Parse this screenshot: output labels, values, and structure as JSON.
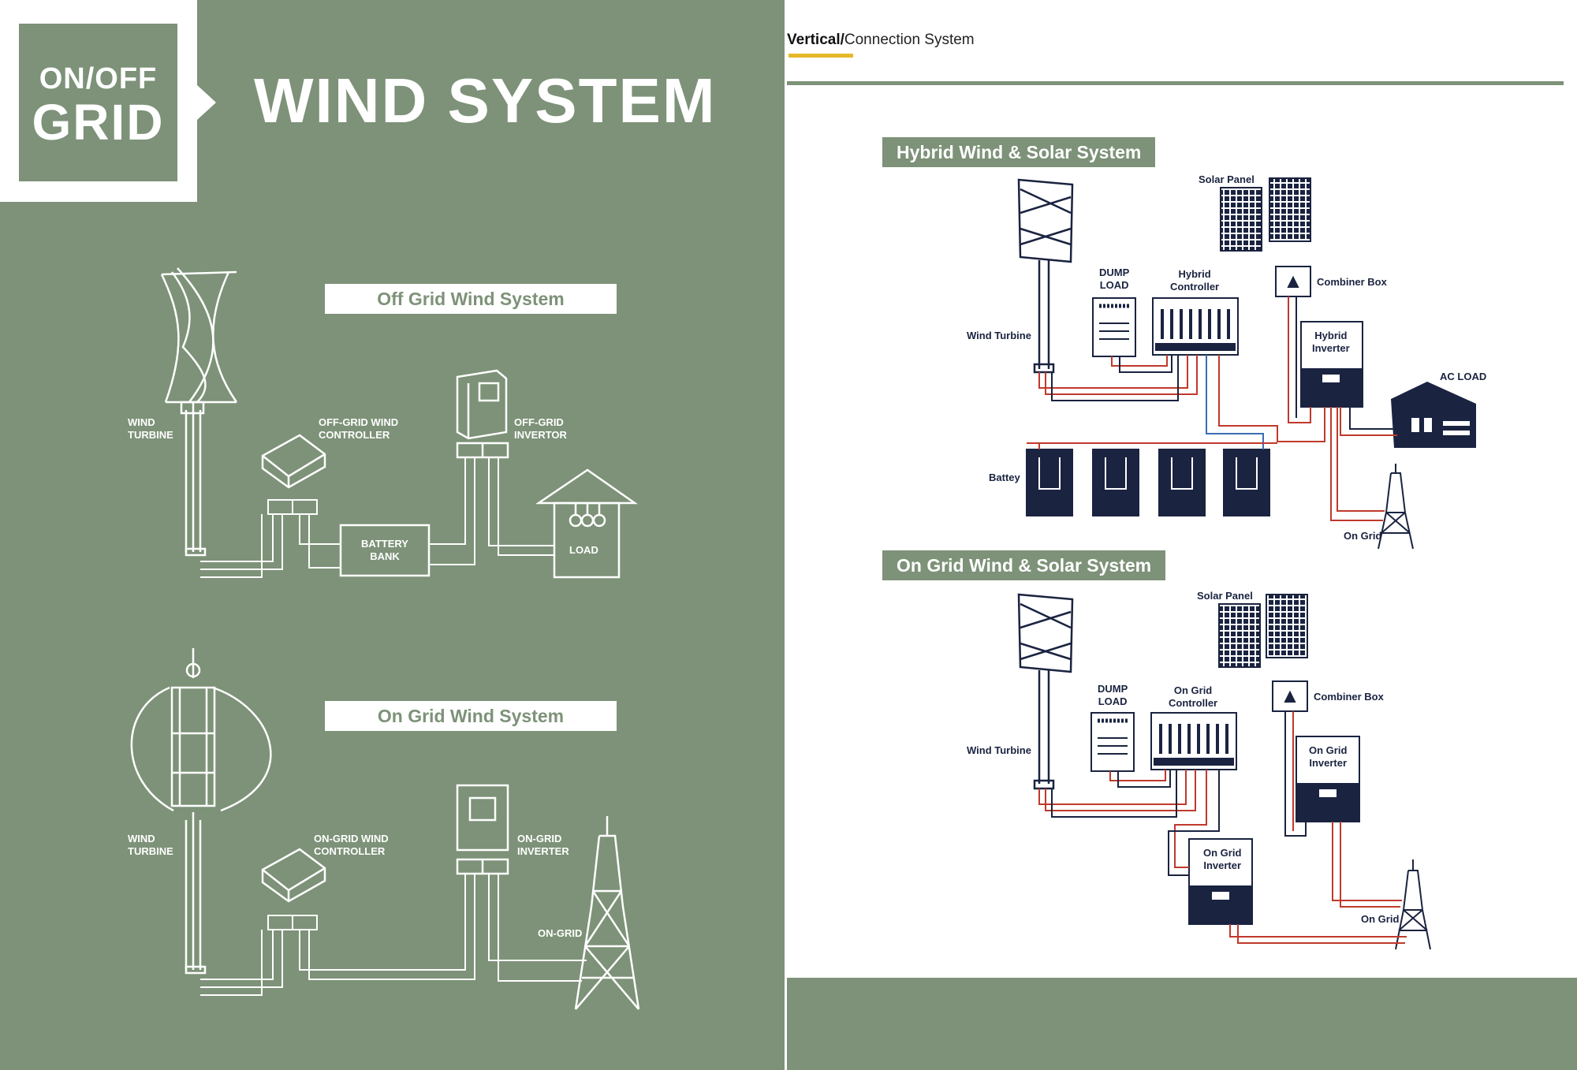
{
  "left_panel": {
    "badge_line1": "ON/OFF",
    "badge_line2": "GRID",
    "title": "WIND SYSTEM",
    "off_grid": {
      "title": "Off Grid Wind System",
      "wind_turbine": "WIND\nTURBINE",
      "controller": "OFF-GRID WIND\nCONTROLLER",
      "invertor": "OFF-GRID\nINVERTOR",
      "battery": "BATTERY\nBANK",
      "load": "LOAD"
    },
    "on_grid": {
      "title": "On Grid Wind System",
      "wind_turbine": "WIND\nTURBINE",
      "controller": "ON-GRID WIND\nCONTROLLER",
      "inverter": "ON-GRID\nINVERTER",
      "grid": "ON-GRID"
    }
  },
  "right_panel": {
    "header_bold": "Vertical/",
    "header_rest": "Connection System",
    "hybrid": {
      "title": "Hybrid Wind & Solar System",
      "solar_panel": "Solar Panel",
      "combiner_box": "Combiner Box",
      "dump_load": "DUMP\nLOAD",
      "controller": "Hybrid\nController",
      "wind_turbine": "Wind Turbine",
      "inverter": "Hybrid\nInverter",
      "ac_load": "AC LOAD",
      "battery": "Battey",
      "on_grid": "On Grid"
    },
    "on_grid": {
      "title": "On Grid Wind & Solar System",
      "solar_panel": "Solar Panel",
      "combiner_box": "Combiner Box",
      "dump_load": "DUMP\nLOAD",
      "controller": "On Grid\nController",
      "wind_turbine": "Wind Turbine",
      "inverter_top": "On Grid\nInverter",
      "inverter_bottom": "On Grid\nInverter",
      "on_grid": "On Grid"
    }
  },
  "colors": {
    "sage": "#7d9278",
    "navy": "#1a2340",
    "wire_red": "#c0392b",
    "wire_blue": "#3b6db3",
    "accent_yellow": "#e5b82a"
  }
}
